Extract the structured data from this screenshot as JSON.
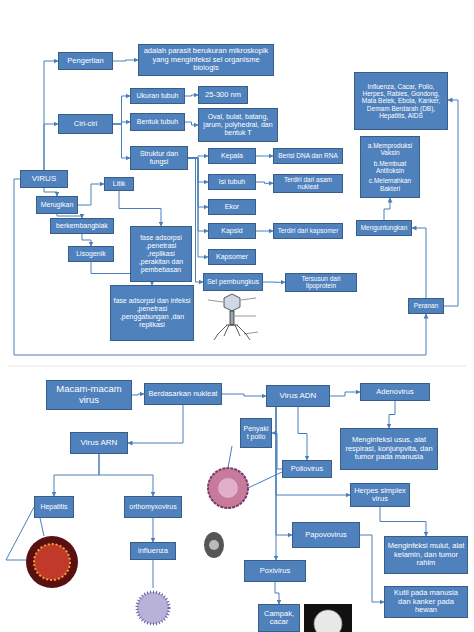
{
  "diagram": {
    "nodes": [
      {
        "text": [
          "VIRUS"
        ]
      },
      {
        "text": [
          "Pengertian"
        ]
      },
      {
        "text": [
          "adalah parasit berukuran mikroskopik yang menginfeksi sel organisme biologis"
        ]
      },
      {
        "text": [
          "Ciri-ciri"
        ]
      },
      {
        "text": [
          "Ukuran tubuh"
        ]
      },
      {
        "text": [
          "25-300 nm"
        ]
      },
      {
        "text": [
          "Bentuk tubuh"
        ]
      },
      {
        "text": [
          "Oval, bulat, batang, jarum, polyhedral, dan bentuk T"
        ]
      },
      {
        "text": [
          "Struktur dan fungsi"
        ]
      },
      {
        "text": [
          "Kepala"
        ]
      },
      {
        "text": [
          "Berisi DNA dan RNA"
        ]
      },
      {
        "text": [
          "Isi tubuh"
        ]
      },
      {
        "text": [
          "Terdiri dari asam nukleat"
        ]
      },
      {
        "text": [
          "Ekor"
        ]
      },
      {
        "text": [
          "Kapsid"
        ]
      },
      {
        "text": [
          "Terdiri dari kapsomer"
        ]
      },
      {
        "text": [
          "Kapsomer"
        ]
      },
      {
        "text": [
          "Sel pembungkus"
        ]
      },
      {
        "text": [
          "Tersusun dari lipoprotein"
        ]
      },
      {
        "text": [
          "Merugikan"
        ]
      },
      {
        "text": [
          "Litik"
        ]
      },
      {
        "text": [
          "berkembangbiak"
        ]
      },
      {
        "text": [
          "Lisogenik"
        ]
      },
      {
        "text": [
          "fase adsorpsi ,penetrasi ,replikasi ,perakitan dan pembebasan"
        ]
      },
      {
        "text": [
          "fase adsorpsi dan infeksi ,penetrasi ,penggabungan ,dan replikasi"
        ]
      },
      {
        "text": [
          "Influenza, Cacar, Polio, Herpes, Rabies, Gondong, Mata Belek, Ebola, Kanker, Demam Berdarah (DB), Hepatitis, AIDS"
        ]
      },
      {
        "text": [
          "a.Memproduksi Vaksin",
          "b.Membuat Antitoksin",
          "c.Melemahkan Bakteri"
        ]
      },
      {
        "text": [
          "Menguntungkan"
        ]
      },
      {
        "text": [
          "Peranan"
        ]
      },
      {
        "text": [
          "Macam-macam virus"
        ]
      },
      {
        "text": [
          "Berdasarkan nukleat"
        ]
      },
      {
        "text": [
          "Virus ADN"
        ]
      },
      {
        "text": [
          "Adenovirus"
        ]
      },
      {
        "text": [
          "Menginfeksi usus, alat respirasi, konjunpvita, dan tumor pada manusia"
        ]
      },
      {
        "text": [
          "Virus ARN"
        ]
      },
      {
        "text": [
          "Penyakit polio"
        ]
      },
      {
        "text": [
          "Poliovirus"
        ]
      },
      {
        "text": [
          "Herpes simplex virus"
        ]
      },
      {
        "text": [
          "Papovovirus"
        ]
      },
      {
        "text": [
          "Menginfeksi mulut, alat kelamin, dan tumor rahim"
        ]
      },
      {
        "text": [
          "Hepatitis"
        ]
      },
      {
        "text": [
          "orthomyxovirus"
        ]
      },
      {
        "text": [
          "influenza"
        ]
      },
      {
        "text": [
          "Poxivirus"
        ]
      },
      {
        "text": [
          "Kutil pada manusia dan kanker pada hewan"
        ]
      },
      {
        "text": [
          "Campak, cacar"
        ]
      }
    ],
    "edges": [
      {
        "from": 0,
        "to": 1,
        "arrow": "to"
      },
      {
        "from": 1,
        "to": 2,
        "arrow": "to"
      },
      {
        "from": 0,
        "to": 3,
        "arrow": "to"
      },
      {
        "from": 3,
        "to": 4,
        "arrow": "to"
      },
      {
        "from": 3,
        "to": 6,
        "arrow": "to"
      },
      {
        "from": 3,
        "to": 8,
        "arrow": "to"
      },
      {
        "from": 4,
        "to": 5,
        "arrow": "to"
      },
      {
        "from": 6,
        "to": 7,
        "arrow": "to"
      },
      {
        "from": 8,
        "to": 9,
        "arrow": "to"
      },
      {
        "from": 8,
        "to": 11,
        "arrow": "to"
      },
      {
        "from": 8,
        "to": 13,
        "arrow": "to"
      },
      {
        "from": 8,
        "to": 14,
        "arrow": "to"
      },
      {
        "from": 8,
        "to": 16,
        "arrow": "to"
      },
      {
        "from": 8,
        "to": 17,
        "arrow": "to"
      },
      {
        "from": 9,
        "to": 10,
        "arrow": "to"
      },
      {
        "from": 11,
        "to": 12,
        "arrow": "to"
      },
      {
        "from": 14,
        "to": 15,
        "arrow": "to"
      },
      {
        "from": 17,
        "to": 18,
        "arrow": "to"
      },
      {
        "from": 0,
        "to": 19,
        "arrow": "to"
      },
      {
        "from": 19,
        "to": 20,
        "arrow": "to"
      },
      {
        "from": 19,
        "to": 21,
        "arrow": "to"
      },
      {
        "from": 21,
        "to": 22,
        "arrow": "to"
      },
      {
        "from": 20,
        "to": 23,
        "arrow": "to"
      },
      {
        "from": 22,
        "to": 24,
        "arrow": "to"
      },
      {
        "from": 0,
        "to": 28,
        "arrow": "to"
      },
      {
        "from": 28,
        "to": 25,
        "arrow": "to"
      },
      {
        "from": 28,
        "to": 27,
        "arrow": "to"
      },
      {
        "from": 27,
        "to": 26,
        "arrow": "to"
      },
      {
        "from": 29,
        "to": 30,
        "arrow": "to"
      },
      {
        "from": 30,
        "to": 31,
        "arrow": "to"
      },
      {
        "from": 31,
        "to": 32,
        "arrow": "to"
      },
      {
        "from": 32,
        "to": 33,
        "arrow": "to"
      },
      {
        "from": 30,
        "to": 34,
        "arrow": "to"
      },
      {
        "from": 31,
        "to": 36,
        "arrow": "to"
      },
      {
        "from": 36,
        "to": 35,
        "arrow": "to"
      },
      {
        "from": 31,
        "to": 37,
        "arrow": "to"
      },
      {
        "from": 37,
        "to": 39,
        "arrow": "to"
      },
      {
        "from": 31,
        "to": 38,
        "arrow": "to"
      },
      {
        "from": 38,
        "to": 44,
        "arrow": "to"
      },
      {
        "from": 31,
        "to": 43,
        "arrow": "to"
      },
      {
        "from": 43,
        "to": 45,
        "arrow": "to"
      },
      {
        "from": 34,
        "to": 40,
        "arrow": "to"
      },
      {
        "from": 34,
        "to": 41,
        "arrow": "to"
      },
      {
        "from": 41,
        "to": 42,
        "arrow": "to"
      }
    ]
  }
}
